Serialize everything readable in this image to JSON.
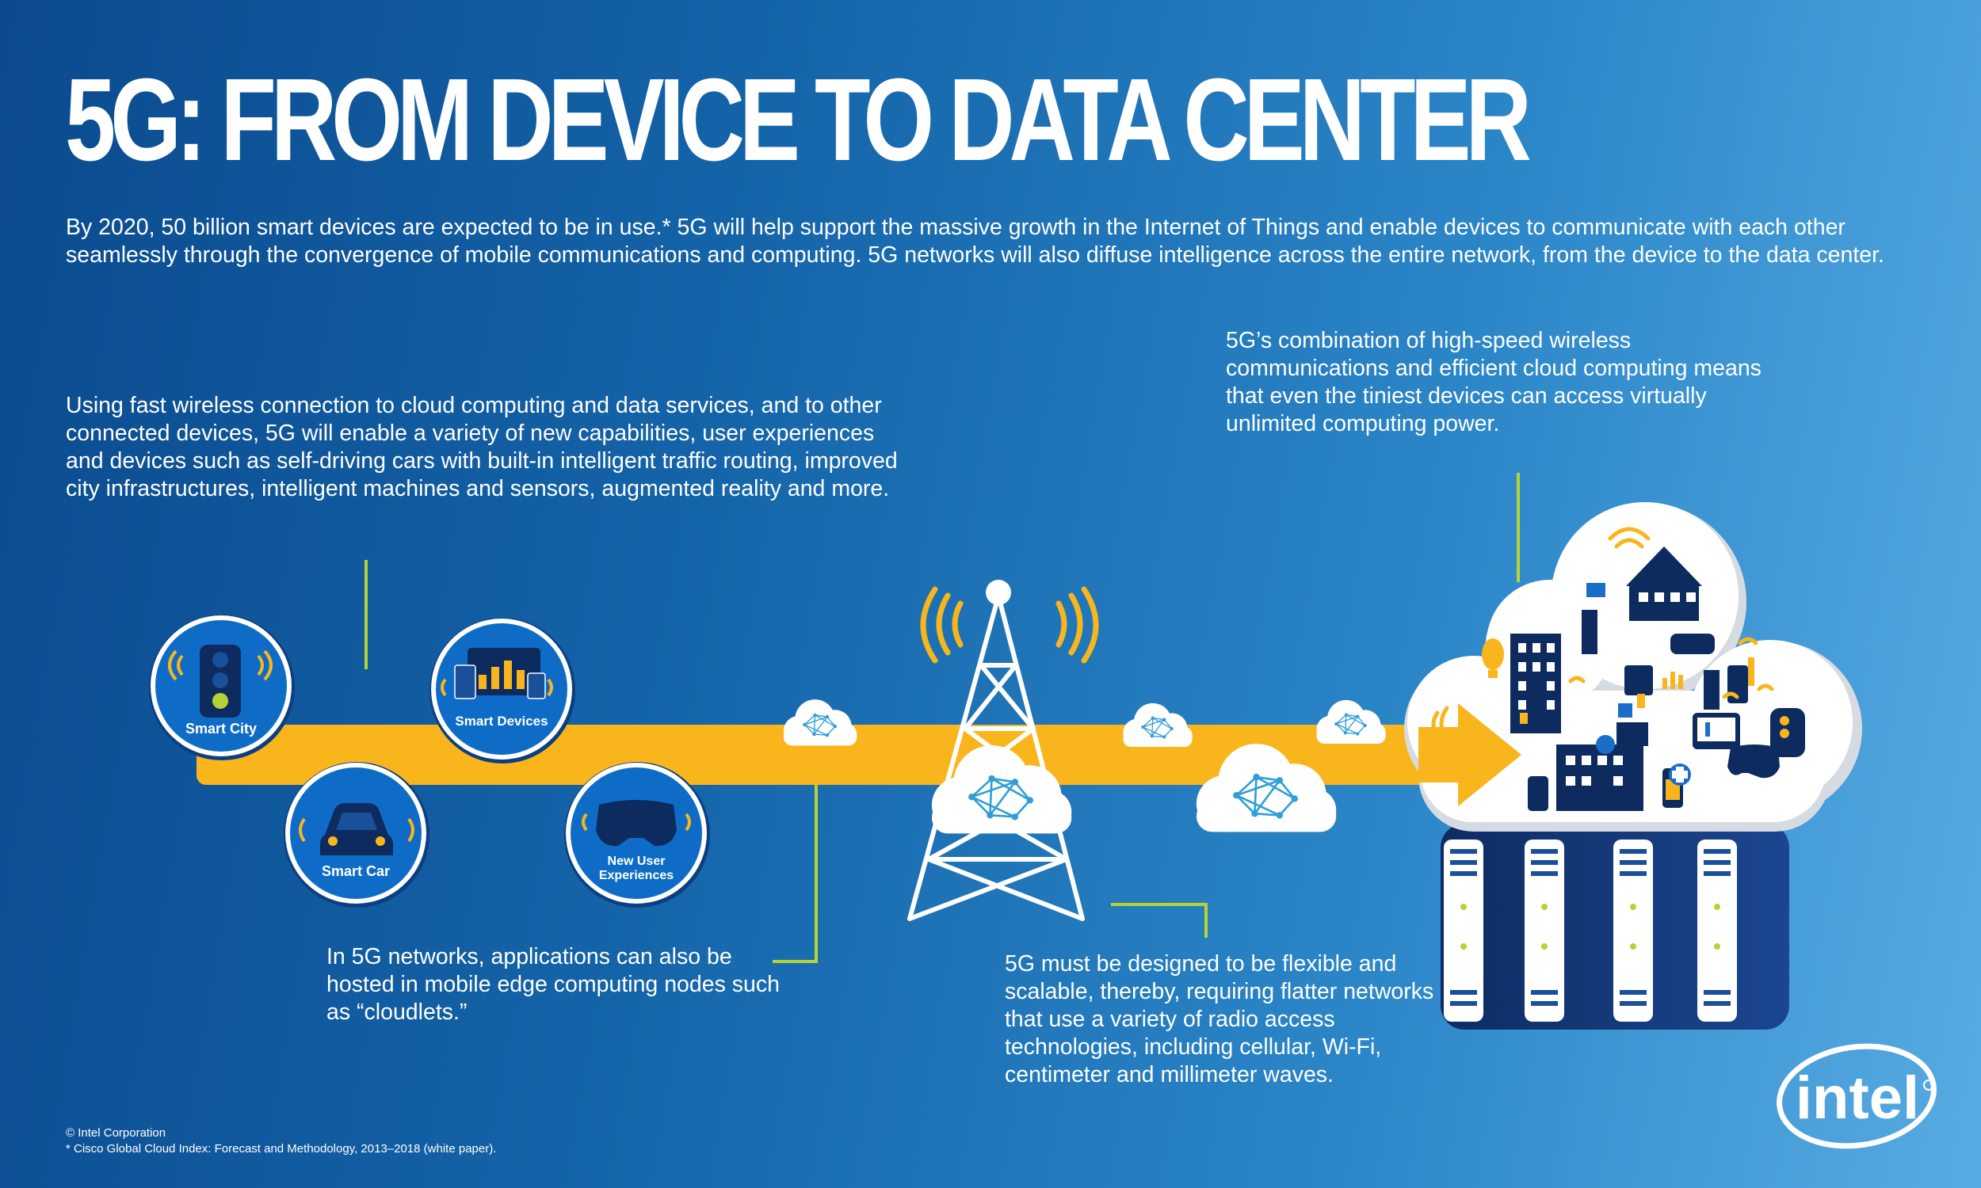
{
  "title": "5G:  FROM DEVICE TO DATA CENTER",
  "intro": "By 2020, 50 billion smart devices are expected to be in use.*  5G will help support the massive growth in the Internet of Things and enable devices to communicate with each other seamlessly through the convergence of mobile communications and computing.  5G networks will also diffuse intelligence across the entire network, from the device to the data center.",
  "left_text": "Using fast wireless connection to cloud computing and data services, and to other connected devices, 5G will enable a variety of new capabilities, user experiences and devices such as self-driving cars with built-in intelligent traffic routing, improved city infrastructures, intelligent machines and sensors, augmented reality and more.",
  "right_text": "5G’s combination of high-speed wireless communications and efficient cloud computing means that even the tiniest devices can access virtually unlimited computing power.",
  "bottom_left_text": "In 5G networks, applications can also be hosted in mobile edge computing nodes such as “cloudlets.”",
  "bottom_mid_text": "5G must be designed to be flexible and scalable, thereby, requiring flatter networks that use a variety of radio access technologies, including cellular, Wi-Fi, centimeter and millimeter waves.",
  "badges": {
    "smart_city": "Smart City",
    "smart_devices": "Smart Devices",
    "smart_car": "Smart Car",
    "new_user_line1": "New User",
    "new_user_line2": "Experiences"
  },
  "footnotes": {
    "copyright": "© Intel Corporation",
    "source": "* Cisco Global Cloud Index: Forecast and Methodology, 2013–2018 (white paper)."
  },
  "logo": "intel",
  "icons": [
    "traffic-light-icon",
    "devices-icon",
    "car-icon",
    "vr-headset-icon",
    "cell-tower-icon",
    "cloudlet-icon",
    "data-cloud-icon",
    "server-rack-icon",
    "intel-logo"
  ],
  "colors": {
    "accent_yellow": "#f9b51c",
    "line_green": "#b5d334",
    "badge_blue": "#0f6cc6",
    "navy": "#0d2b5e"
  }
}
